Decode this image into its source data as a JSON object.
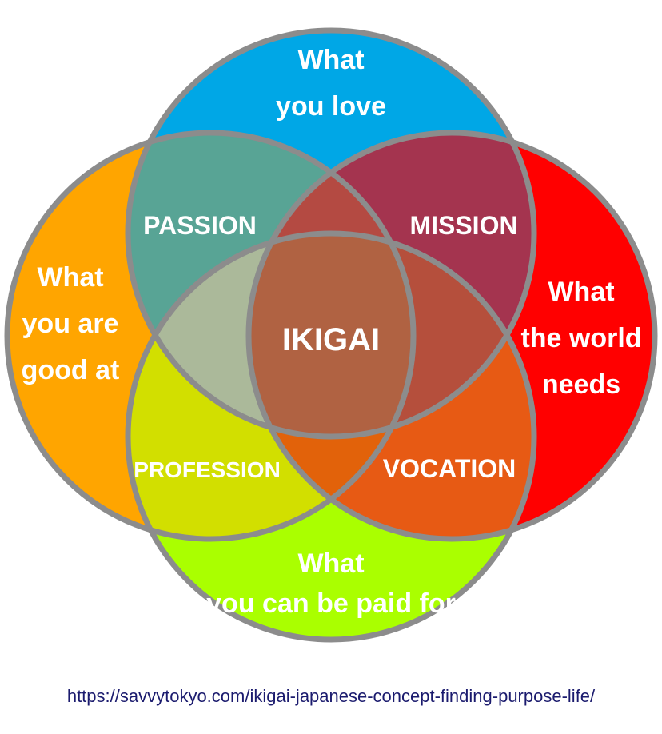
{
  "circles": {
    "love": {
      "line1": "What",
      "line2": "you love",
      "color": "#00a7e6"
    },
    "good": {
      "line1": "What",
      "line2": "you are",
      "line3": "good at",
      "color": "#ffa500"
    },
    "world": {
      "line1": "What",
      "line2": "the world",
      "line3": "needs",
      "color": "#ff0000"
    },
    "paid": {
      "line1": "What",
      "line2": "you can be paid for",
      "color": "#aaff00"
    }
  },
  "regions": {
    "passion": {
      "label": "PASSION",
      "color": "#58a495"
    },
    "mission": {
      "label": "MISSION",
      "color": "#a4344f"
    },
    "profession": {
      "label": "PROFESSION",
      "color": "#d2df00"
    },
    "vocation": {
      "label": "VOCATION",
      "color": "#e75a14"
    },
    "center": {
      "label": "IKIGAI",
      "color": "#b06242"
    }
  },
  "source_url": "https://savvytokyo.com/ikigai-japanese-concept-finding-purpose-life/"
}
